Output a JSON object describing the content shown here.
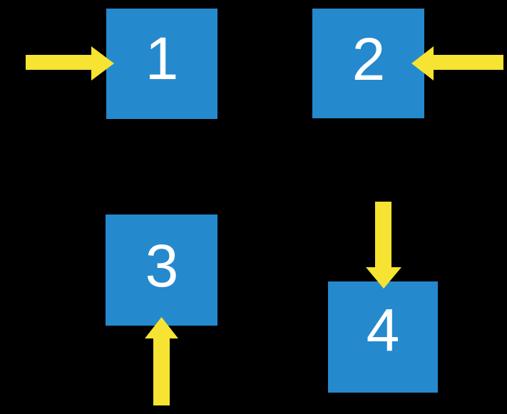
{
  "diagram": {
    "description": "Four numbered blue squares on a black background, each indicated by a yellow arrow",
    "background": "#000000",
    "colors": {
      "square": "#2589CD",
      "arrow": "#F6E332",
      "number": "#FFFFFF"
    },
    "items": [
      {
        "label": "1",
        "arrow_points": "right",
        "arrow_enters_from": "left side"
      },
      {
        "label": "2",
        "arrow_points": "left",
        "arrow_enters_from": "right side"
      },
      {
        "label": "3",
        "arrow_points": "up",
        "arrow_enters_from": "bottom side"
      },
      {
        "label": "4",
        "arrow_points": "down",
        "arrow_enters_from": "top side"
      }
    ]
  }
}
